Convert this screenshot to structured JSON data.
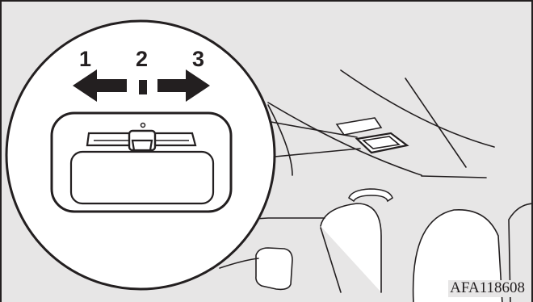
{
  "figure": {
    "position_labels": [
      "1",
      "2",
      "3"
    ],
    "figure_code": "AFA118608",
    "colors": {
      "background": "#e7e6e6",
      "line": "#231f20",
      "fill": "#ffffff"
    }
  }
}
